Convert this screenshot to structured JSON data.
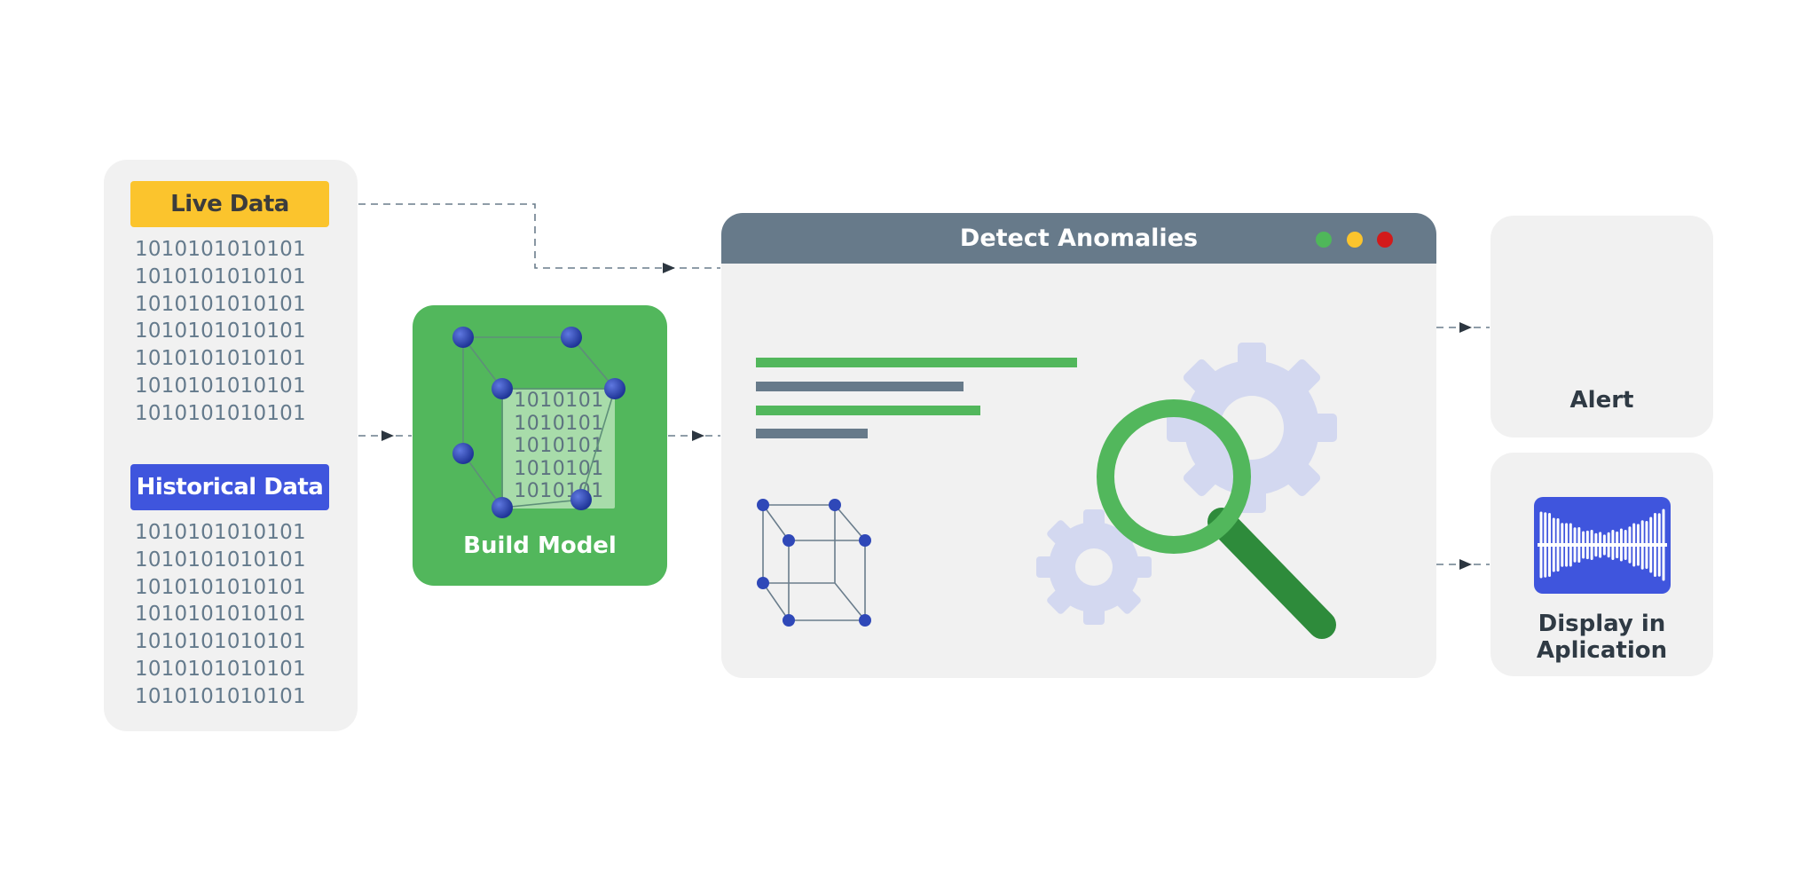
{
  "sources": {
    "live_label": "Live Data",
    "historical_label": "Historical Data",
    "live_rows": [
      "1010101010101",
      "1010101010101",
      "1010101010101",
      "1010101010101",
      "1010101010101",
      "1010101010101",
      "1010101010101"
    ],
    "historical_rows": [
      "1010101010101",
      "1010101010101",
      "1010101010101",
      "1010101010101",
      "1010101010101",
      "1010101010101",
      "1010101010101"
    ]
  },
  "model": {
    "label": "Build Model",
    "matrix_rows": [
      "1010101",
      "1010101",
      "1010101",
      "1010101",
      "1010101"
    ]
  },
  "detector": {
    "title": "Detect Anomalies",
    "window_dots": [
      "#4fb75a",
      "#fbc42d",
      "#d21a1a"
    ]
  },
  "outputs": {
    "alert_label": "Alert",
    "display_label_line1": "Display in",
    "display_label_line2": "Aplication"
  },
  "colors": {
    "accent_green": "#52b75c",
    "accent_yellow": "#fbc42d",
    "accent_blue": "#3f55dd",
    "slate": "#677a8a",
    "node_blue": "#2f48b8",
    "gear": "#d3d8f0",
    "magnifier": "#52b75c",
    "magnifier_handle": "#2e8b3b"
  },
  "icons": [
    "binary-data-icon",
    "cube-network-icon",
    "gear-icon",
    "magnifier-icon",
    "warning-icon",
    "audio-waveform-icon",
    "arrow-right-icon"
  ]
}
